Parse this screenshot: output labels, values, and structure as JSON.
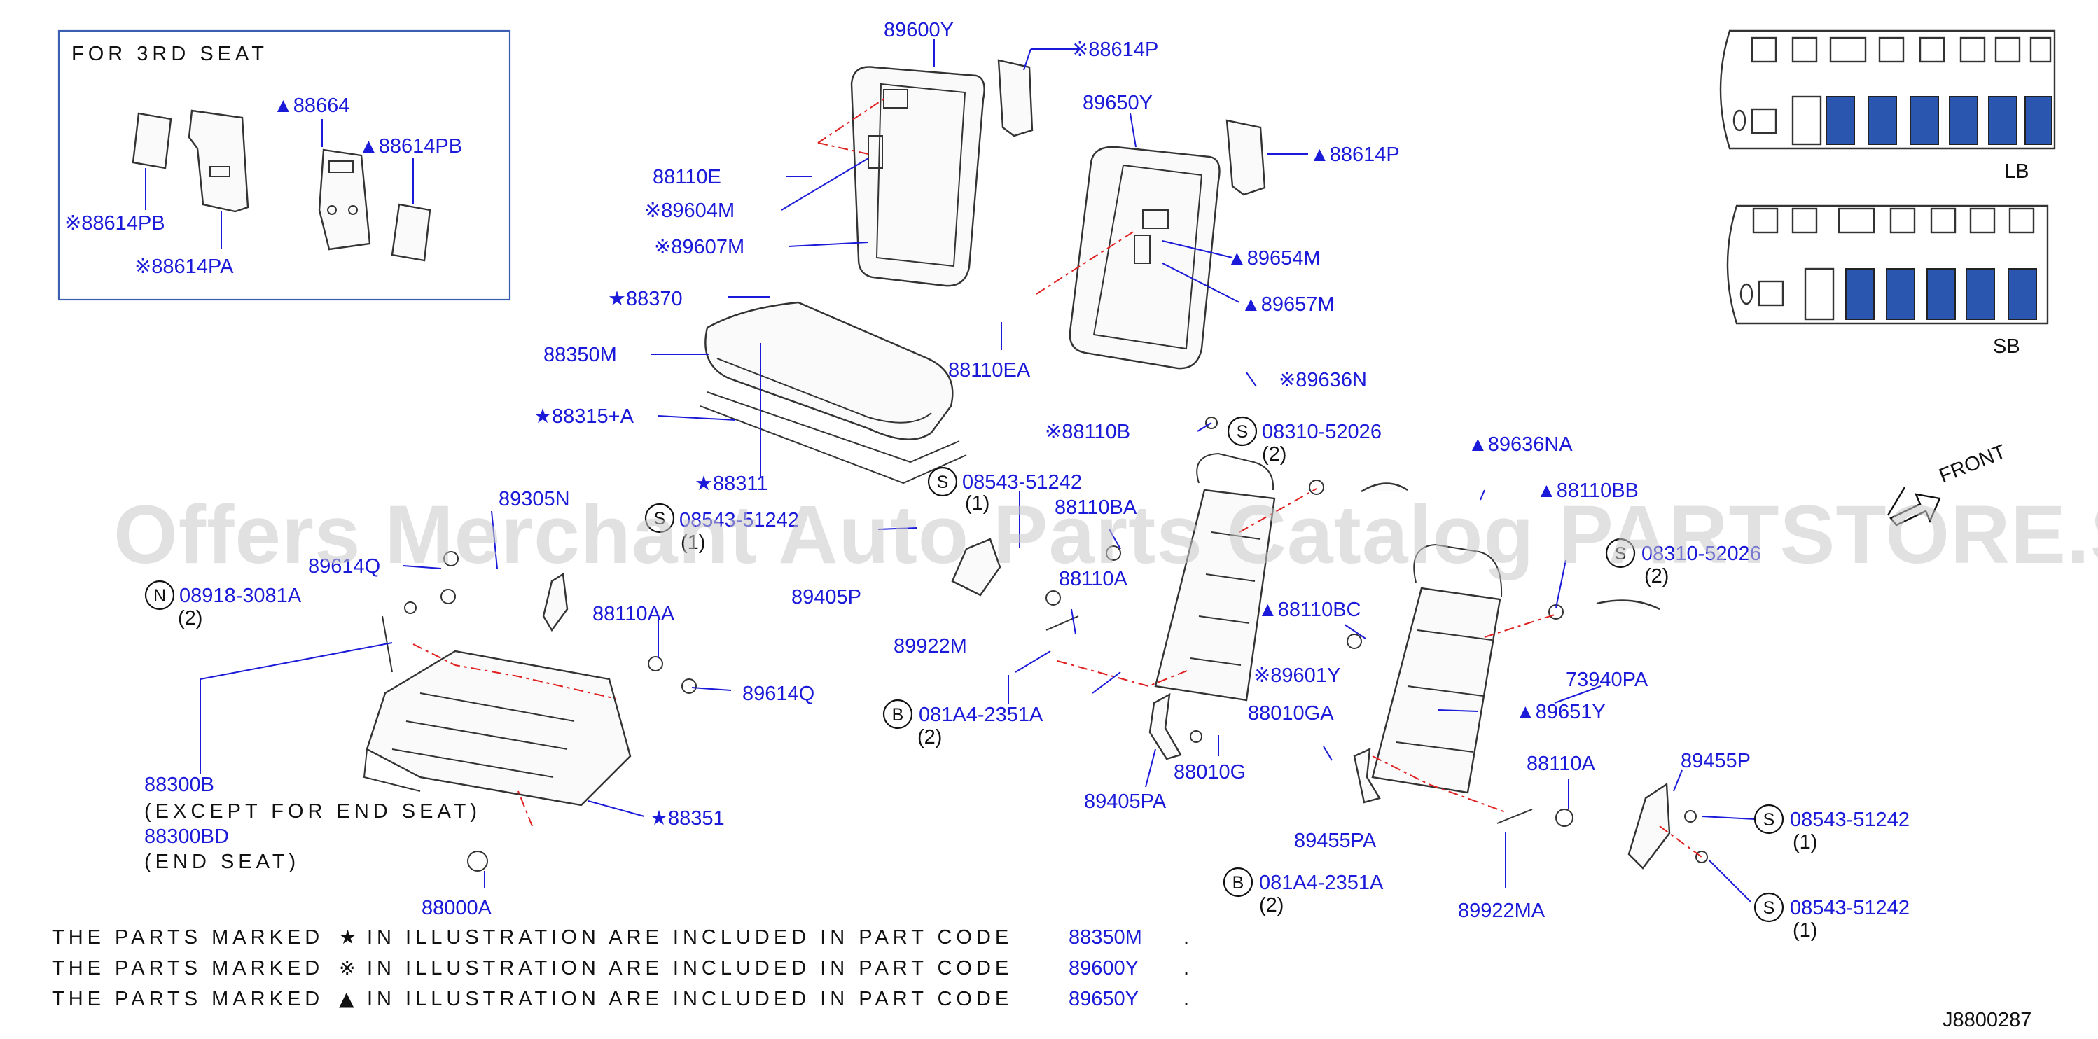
{
  "inset": {
    "title": "FOR 3RD SEAT"
  },
  "labels": {
    "p88664": "▲88664",
    "p88614PB_a": "▲88614PB",
    "p88614PB_b": "※88614PB",
    "p88614PA": "※88614PA",
    "p89600Y": "89600Y",
    "p88614P_a": "※88614P",
    "p89650Y": "89650Y",
    "p88614P_b": "▲88614P",
    "p88110E": "88110E",
    "p89604M": "※89604M",
    "p89607M": "※89607M",
    "p89654M": "▲89654M",
    "p89657M": "▲89657M",
    "p88370": "★88370",
    "p88350M": "88350M",
    "p88110EA": "88110EA",
    "p89636N": "※89636N",
    "p88315A": "★88315+A",
    "p88110B": "※88110B",
    "p08310_a": "08310-52026",
    "p08310_a_q": "(2)",
    "p89636NA": "▲89636NA",
    "p88311": "★88311",
    "p08543_a": "08543-51242",
    "p08543_a_q": "(1)",
    "p88110BB": "▲88110BB",
    "p89305N": "89305N",
    "p89614Q_a": "89614Q",
    "p08543_b": "08543-51242",
    "p08543_b_q": "(1)",
    "p88110BA": "88110BA",
    "p08310_b": "08310-52026",
    "p08310_b_q": "(2)",
    "p08918": "08918-3081A",
    "p08918_q": "(2)",
    "p89405P": "89405P",
    "p88110A_a": "88110A",
    "p88110BC": "▲88110BC",
    "p88110AA": "88110AA",
    "p89922M": "89922M",
    "p89601Y": "※89601Y",
    "p73940PA": "73940PA",
    "p89614Q_b": "89614Q",
    "p081A4_a": "081A4-2351A",
    "p081A4_a_q": "(2)",
    "p88010GA": "88010GA",
    "p89651Y": "▲89651Y",
    "p88010G": "88010G",
    "p88110A_b": "88110A",
    "p89455P": "89455P",
    "p88300B": "88300B",
    "p88300B_note": "(EXCEPT FOR END SEAT)",
    "p88300BD": "88300BD",
    "p88300BD_note": "(END SEAT)",
    "p89405PA": "89405PA",
    "p88351": "★88351",
    "p08543_c": "08543-51242",
    "p08543_c_q": "(1)",
    "p89455PA": "89455PA",
    "p081A4_b": "081A4-2351A",
    "p081A4_b_q": "(2)",
    "p88000A": "88000A",
    "p89922MA": "89922MA",
    "p08543_d": "08543-51242",
    "p08543_d_q": "(1)"
  },
  "callouts": {
    "N": "N",
    "S": "S",
    "B": "B"
  },
  "layouts": {
    "lb": "LB",
    "sb": "SB"
  },
  "front": "FRONT",
  "watermark": "Offers Merchant Auto Parts Catalog PARTSTORE.SA",
  "notes": [
    {
      "text": "THE PARTS MARKED",
      "symbol": "★",
      "rest": "IN ILLUSTRATION ARE INCLUDED IN PART CODE",
      "code": "88350M",
      "end": "."
    },
    {
      "text": "THE PARTS MARKED",
      "symbol": "※",
      "rest": "IN ILLUSTRATION ARE INCLUDED IN PART CODE",
      "code": "89600Y",
      "end": "."
    },
    {
      "text": "THE PARTS MARKED",
      "symbol": "▲",
      "rest": "IN ILLUSTRATION ARE INCLUDED IN PART CODE",
      "code": "89650Y",
      "end": "."
    }
  ],
  "diagram_code": "J8800287",
  "colors": {
    "part_number": "#1a1ad8",
    "seat_highlight": "#2a56b0",
    "assembly_line": "#e02020"
  }
}
